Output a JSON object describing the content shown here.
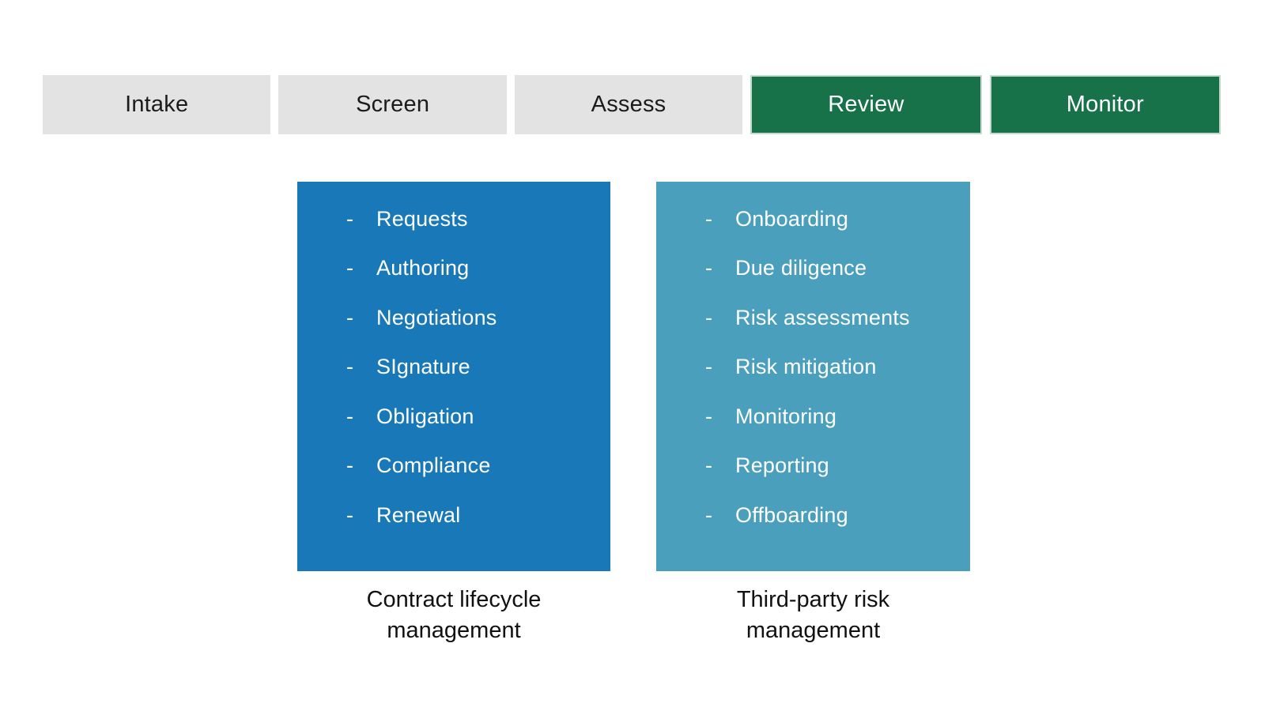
{
  "stages": [
    {
      "label": "Intake",
      "active": false
    },
    {
      "label": "Screen",
      "active": false
    },
    {
      "label": "Assess",
      "active": false
    },
    {
      "label": "Review",
      "active": true
    },
    {
      "label": "Monitor",
      "active": true
    }
  ],
  "panels": [
    {
      "title": "Contract lifecycle management",
      "bullet": "-",
      "items": [
        "Requests",
        "Authoring",
        "Negotiations",
        "SIgnature",
        "Obligation",
        "Compliance",
        "Renewal"
      ]
    },
    {
      "title": "Third-party risk management",
      "bullet": "-",
      "items": [
        "Onboarding",
        "Due diligence",
        "Risk assessments",
        "Risk mitigation",
        "Monitoring",
        "Reporting",
        "Offboarding"
      ]
    }
  ],
  "colors": {
    "stage_inactive_bg": "#E3E3E3",
    "stage_active_bg": "#17724A",
    "panel_contract_bg": "#1878B8",
    "panel_thirdparty_bg": "#4A9FBC",
    "text_dark": "#1B1B1B",
    "text_light": "#FFFFFF"
  }
}
